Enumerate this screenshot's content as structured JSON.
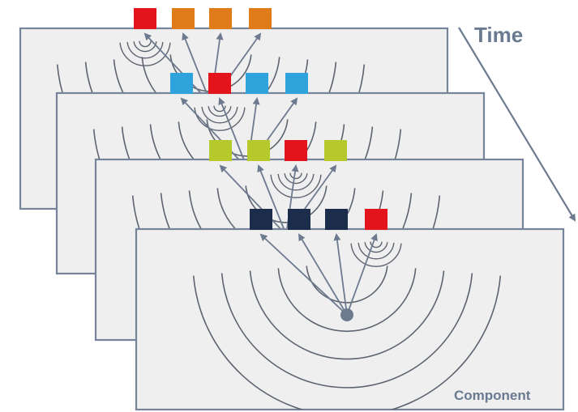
{
  "labels": {
    "time": "Time",
    "component": "Component"
  },
  "colors": {
    "stroke": "#6d7a8f",
    "panel_fill": "#efefef",
    "panel_border": "#75849a",
    "arc": "#5d6470",
    "label": "#6a7a90",
    "arrow": "#6d7a8f"
  },
  "frames": [
    {
      "name": "frame-1",
      "squares": [
        "#e3141b",
        "#e07b1a",
        "#e07b1a",
        "#e07b1a"
      ],
      "focus_index": 0
    },
    {
      "name": "frame-2",
      "squares": [
        "#2ea3dc",
        "#e3141b",
        "#2ea3dc",
        "#2ea3dc"
      ],
      "focus_index": 1
    },
    {
      "name": "frame-3",
      "squares": [
        "#b6c92c",
        "#b6c92c",
        "#e3141b",
        "#b6c92c"
      ],
      "focus_index": 2
    },
    {
      "name": "frame-4",
      "squares": [
        "#1b2d4b",
        "#1b2d4b",
        "#1b2d4b",
        "#e3141b"
      ],
      "focus_index": 3
    }
  ]
}
